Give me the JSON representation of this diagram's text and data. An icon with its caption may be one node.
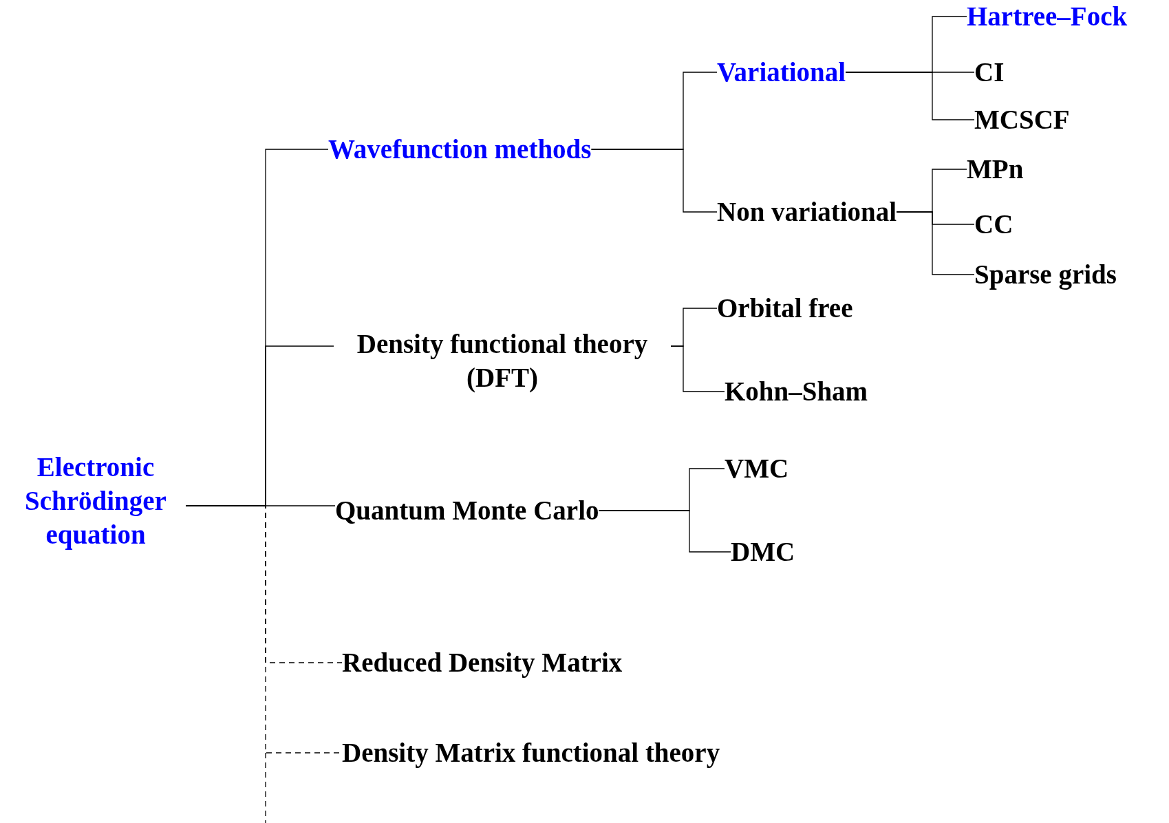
{
  "diagram": {
    "nodes": [
      {
        "text": [
          "Electronic Schrödinger equation"
        ]
      },
      {
        "text": [
          "Wavefunction methods"
        ]
      },
      {
        "text": [
          "Density functional theory (DFT)"
        ]
      },
      {
        "text": [
          "Quantum Monte Carlo"
        ]
      },
      {
        "text": [
          "Reduced Density Matrix"
        ]
      },
      {
        "text": [
          "Density Matrix functional theory"
        ]
      },
      {
        "text": [
          "Variational"
        ]
      },
      {
        "text": [
          "Non variational"
        ]
      },
      {
        "text": [
          "Hartree–Fock"
        ]
      },
      {
        "text": [
          "CI"
        ]
      },
      {
        "text": [
          "MCSCF"
        ]
      },
      {
        "text": [
          "MPn"
        ]
      },
      {
        "text": [
          "CC"
        ]
      },
      {
        "text": [
          "Sparse grids"
        ]
      },
      {
        "text": [
          "Orbital free"
        ]
      },
      {
        "text": [
          "Kohn–Sham"
        ]
      },
      {
        "text": [
          "VMC"
        ]
      },
      {
        "text": [
          "DMC"
        ]
      }
    ],
    "edges": [
      {
        "from": 0,
        "to": 1,
        "arrow": "none"
      },
      {
        "from": 0,
        "to": 2,
        "arrow": "none"
      },
      {
        "from": 0,
        "to": 3,
        "arrow": "none"
      },
      {
        "from": 0,
        "to": 4,
        "arrow": "none",
        "style": "dashed"
      },
      {
        "from": 0,
        "to": 5,
        "arrow": "none",
        "style": "dashed"
      },
      {
        "from": 1,
        "to": 6,
        "arrow": "none"
      },
      {
        "from": 1,
        "to": 7,
        "arrow": "none"
      },
      {
        "from": 6,
        "to": 8,
        "arrow": "none"
      },
      {
        "from": 6,
        "to": 9,
        "arrow": "none"
      },
      {
        "from": 6,
        "to": 10,
        "arrow": "none"
      },
      {
        "from": 7,
        "to": 11,
        "arrow": "none"
      },
      {
        "from": 7,
        "to": 12,
        "arrow": "none"
      },
      {
        "from": 7,
        "to": 13,
        "arrow": "none"
      },
      {
        "from": 2,
        "to": 14,
        "arrow": "none"
      },
      {
        "from": 2,
        "to": 15,
        "arrow": "none"
      },
      {
        "from": 3,
        "to": 16,
        "arrow": "none"
      },
      {
        "from": 3,
        "to": 17,
        "arrow": "none"
      }
    ]
  }
}
